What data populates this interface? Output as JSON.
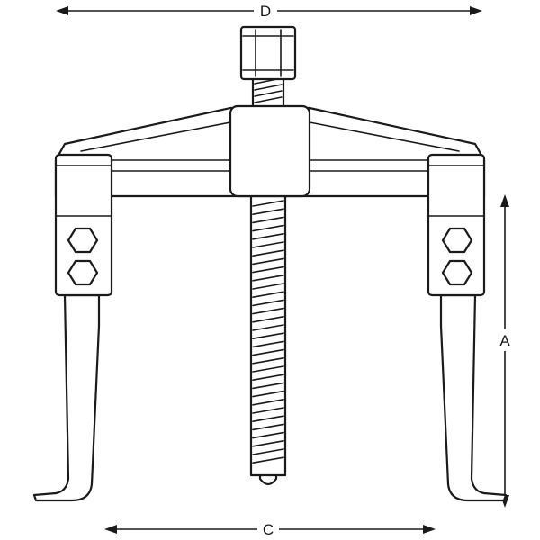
{
  "dimensions": {
    "D": "D",
    "A": "A",
    "C": "C"
  },
  "colors": {
    "line": "#1a1a1a",
    "background": "#ffffff"
  }
}
